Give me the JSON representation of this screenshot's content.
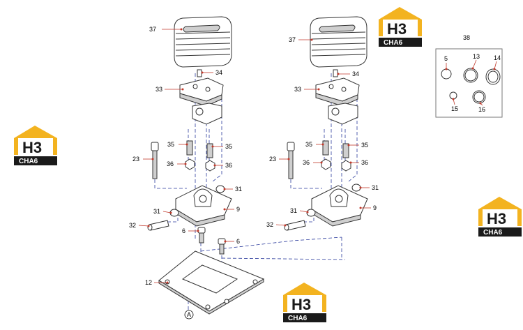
{
  "callouts": {
    "left_37": "37",
    "left_34": "34",
    "left_33": "33",
    "left_35a": "35",
    "left_35b": "35",
    "left_23": "23",
    "left_36a": "36",
    "left_36b": "36",
    "left_31a": "31",
    "left_9": "9",
    "left_31b": "31",
    "left_32": "32",
    "left_6a": "6",
    "left_6b": "6",
    "left_12": "12",
    "right_37": "37",
    "right_34": "34",
    "right_33": "33",
    "right_35a": "35",
    "right_35b": "35",
    "right_23": "23",
    "right_36a": "36",
    "right_36b": "36",
    "right_31a": "31",
    "right_9": "9",
    "right_31b": "31",
    "right_32": "32",
    "kit_38": "38",
    "kit_5": "5",
    "kit_13": "13",
    "kit_14": "14",
    "kit_15": "15",
    "kit_16": "16"
  },
  "reference_mark": "A",
  "watermark": {
    "top": "H3",
    "bottom": "CHA6"
  },
  "colors": {
    "watermark_yellow": "#f3b320",
    "watermark_dark": "#1a1a1a",
    "leader_red": "#c0392b",
    "dash_blue": "#2a3a9c"
  }
}
